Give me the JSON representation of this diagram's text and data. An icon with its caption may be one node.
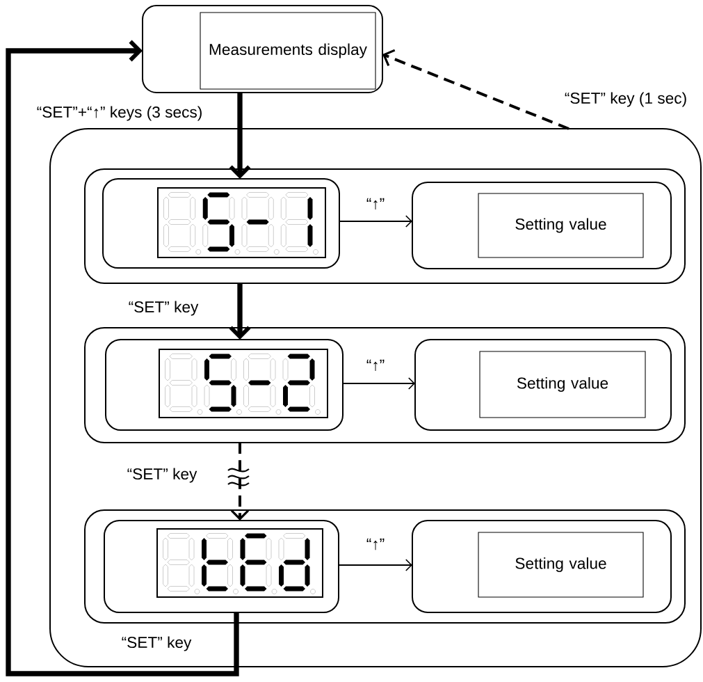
{
  "diagram": {
    "nodes": [
      {
        "text": [
          "Measurements display"
        ]
      },
      {
        "text": [],
        "shape": "box"
      },
      {
        "text": [],
        "shape": "box",
        "in": 1
      },
      {
        "text": [],
        "shape": "picture",
        "in": 2
      },
      {
        "text": [
          "Setting value"
        ],
        "in": 2
      },
      {
        "text": [],
        "shape": "box",
        "in": 1
      },
      {
        "text": [],
        "shape": "picture",
        "in": 5
      },
      {
        "text": [
          "Setting value"
        ],
        "in": 5
      },
      {
        "text": [],
        "shape": "box",
        "in": 1
      },
      {
        "text": [],
        "shape": "picture",
        "in": 8
      },
      {
        "text": [
          "Setting value"
        ],
        "in": 8
      }
    ],
    "edges": [
      {
        "from": 0,
        "to": 3,
        "arrow": "to",
        "style": "thick",
        "label": "“SET”+“↑” keys (3 secs)"
      },
      {
        "from": 1,
        "to": 0,
        "arrow": "to",
        "style": "dashed",
        "label": "“SET” key (1 sec)"
      },
      {
        "from": 3,
        "to": 4,
        "arrow": "to",
        "label": "“↑”"
      },
      {
        "from": 6,
        "to": 7,
        "arrow": "to",
        "label": "“↑”"
      },
      {
        "from": 9,
        "to": 10,
        "arrow": "to",
        "label": "“↑”"
      },
      {
        "from": 2,
        "to": 6,
        "arrow": "to",
        "style": "thick",
        "label": "“SET” key"
      },
      {
        "from": 5,
        "to": 9,
        "arrow": "to",
        "style": "dashed",
        "label": "“SET” key"
      },
      {
        "from": 9,
        "to": 0,
        "arrow": "to",
        "style": "thick",
        "label": "“SET” key"
      }
    ]
  }
}
